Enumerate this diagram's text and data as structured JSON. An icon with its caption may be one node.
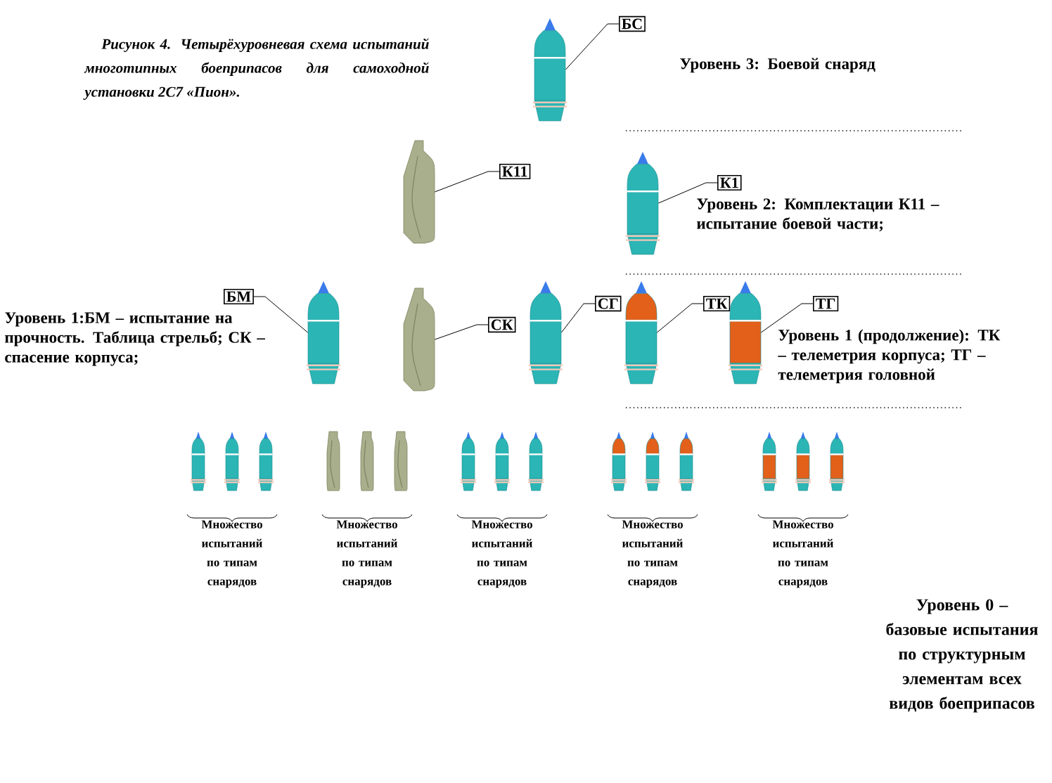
{
  "diagram": {
    "caption": "Рисунок 4. Четырёхуровневая схема испытаний многотипных боеприпасов для самоходной установки 2С7 «Пион».",
    "nodes": [
      {
        "text": [],
        "shape": "picture"
      },
      {
        "text": [
          "БС"
        ]
      },
      {
        "text": [],
        "shape": "picture"
      },
      {
        "text": [
          "К11"
        ]
      },
      {
        "text": [],
        "shape": "picture"
      },
      {
        "text": [
          "К1"
        ]
      },
      {
        "text": [
          "БМ"
        ]
      },
      {
        "text": [],
        "shape": "picture"
      },
      {
        "text": [],
        "shape": "picture"
      },
      {
        "text": [
          "СК"
        ]
      },
      {
        "text": [],
        "shape": "picture"
      },
      {
        "text": [
          "СГ"
        ]
      },
      {
        "text": [],
        "shape": "picture"
      },
      {
        "text": [
          "ТК"
        ]
      },
      {
        "text": [],
        "shape": "picture"
      },
      {
        "text": [
          "ТГ"
        ]
      }
    ],
    "edges": [
      {
        "from": 1,
        "to": 0,
        "arrow": "none"
      },
      {
        "from": 3,
        "to": 2,
        "arrow": "none"
      },
      {
        "from": 5,
        "to": 4,
        "arrow": "none"
      },
      {
        "from": 6,
        "to": 7,
        "arrow": "none"
      },
      {
        "from": 9,
        "to": 8,
        "arrow": "none"
      },
      {
        "from": 11,
        "to": 10,
        "arrow": "none"
      },
      {
        "from": 13,
        "to": 12,
        "arrow": "none"
      },
      {
        "from": 15,
        "to": 14,
        "arrow": "none"
      }
    ],
    "labels": [
      "Уровень 3: Боевой снаряд",
      "Уровень 2: Комплектации К11 – испытание боевой части;",
      "Уровень 1:БМ – испытание на прочность. Таблица стрельб; СК – спасение корпуса;",
      "Уровень 1 (продолжение): ТК – телеметрия корпуса; ТГ – телеметрия головной",
      "Множество испытаний по типам снарядов",
      "Множество испытаний по типам снарядов",
      "Множество испытаний по типам снарядов",
      "Множество испытаний по типам снарядов",
      "Множество испытаний по типам снарядов",
      "Уровень 0 – базовые испытания по структурным элементам всех видов боеприпасов"
    ]
  }
}
